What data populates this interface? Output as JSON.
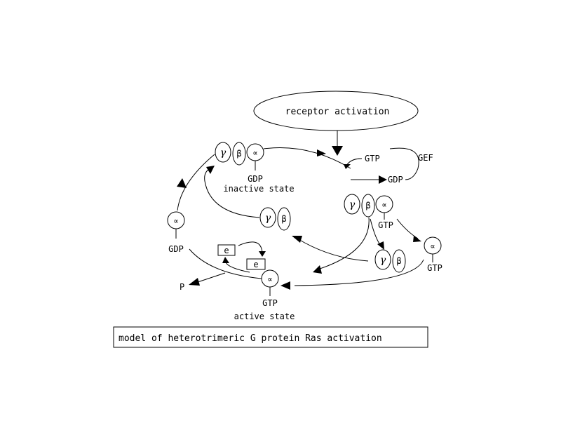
{
  "receptor_label": "receptor activation",
  "caption": "model of heterotrimeric G protein Ras activation",
  "subunits": {
    "gamma": "γ",
    "beta": "β",
    "alpha": "∝"
  },
  "nucleotides": {
    "gdp": "GDP",
    "gtp": "GTP",
    "gef": "GEF"
  },
  "states": {
    "inactive": "inactive state",
    "active": "active state"
  },
  "effector": "e",
  "phosphate": "P"
}
